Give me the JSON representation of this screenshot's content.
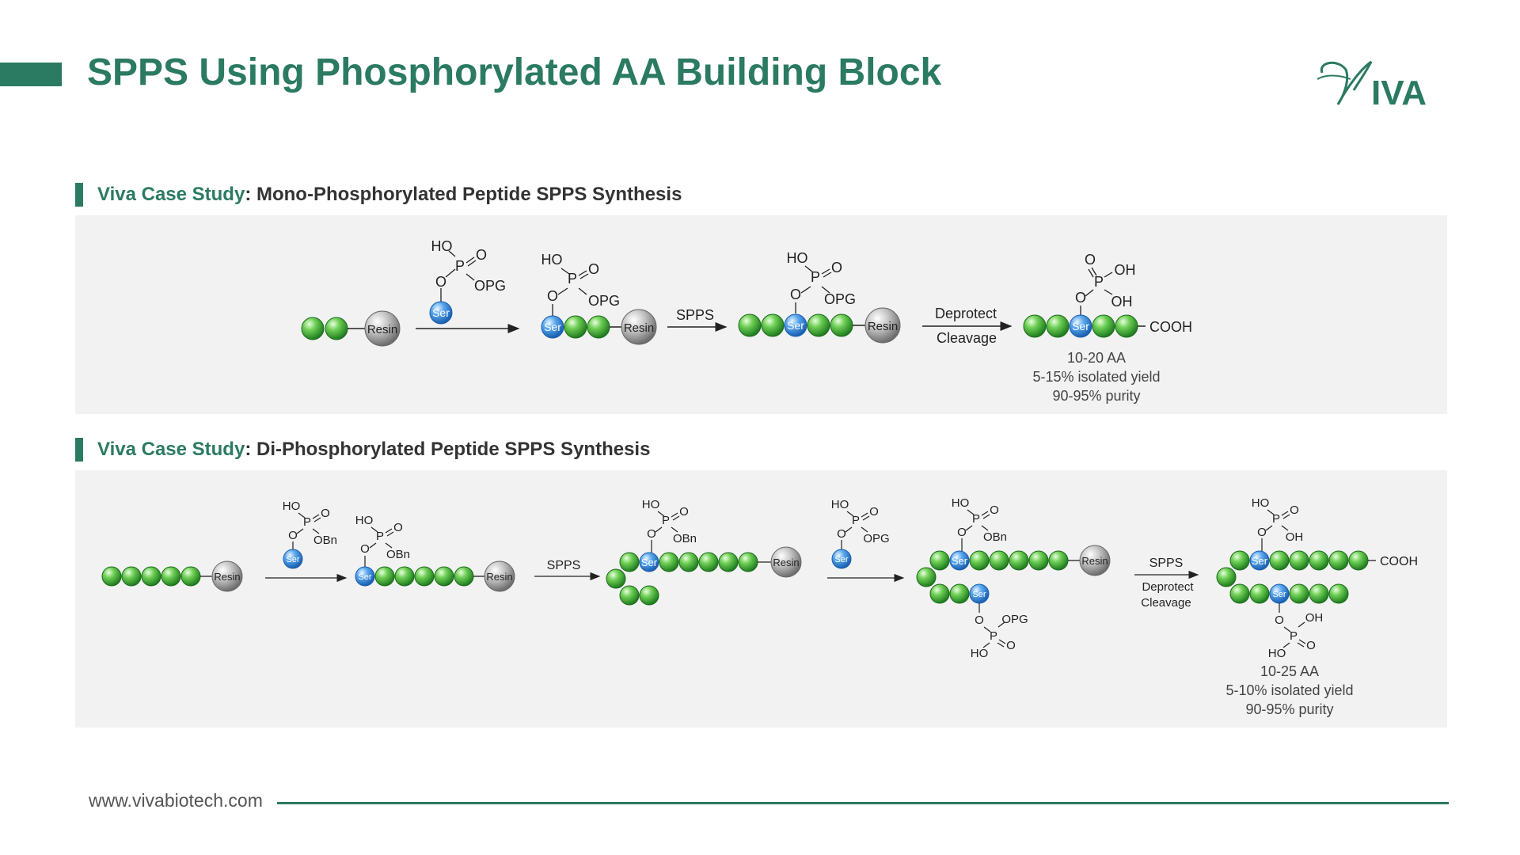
{
  "header": {
    "title": "SPPS Using Phosphorylated AA Building Block",
    "logo_text": "VIVA"
  },
  "colors": {
    "brand": "#2b7a62",
    "panel_bg": "#f2f2f2",
    "bead_green": "#3aa83a",
    "bead_blue": "#3b8fe0",
    "bead_grey": "#9a9a9a"
  },
  "section1": {
    "heading_highlight": "Viva Case Study",
    "heading_rest": ": Mono-Phosphorylated Peptide SPPS Synthesis",
    "labels": {
      "resin": "Resin",
      "ser": "Ser",
      "ho": "HO",
      "p": "P",
      "o": "O",
      "opg": "OPG",
      "oh": "OH",
      "cooh": "COOH"
    },
    "arrow2_label": "SPPS",
    "arrow3_label_top": "Deprotect",
    "arrow3_label_bottom": "Cleavage",
    "result_len": "10-20 AA",
    "result_yield": "5-15% isolated yield",
    "result_purity": "90-95% purity"
  },
  "section2": {
    "heading_highlight": "Viva Case Study",
    "heading_rest": ": Di-Phosphorylated Peptide SPPS Synthesis",
    "labels": {
      "resin": "Resin",
      "ser": "Ser",
      "ho": "HO",
      "p": "P",
      "o": "O",
      "obn": "OBn",
      "opg": "OPG",
      "oh": "OH",
      "cooh": "COOH"
    },
    "arrow2_label": "SPPS",
    "arrow4_label_top": "SPPS",
    "arrow4_label_mid": "Deprotect",
    "arrow4_label_bottom": "Cleavage",
    "result_len": "10-25 AA",
    "result_yield": "5-10% isolated yield",
    "result_purity": "90-95% purity"
  },
  "footer": {
    "url": "www.vivabiotech.com"
  }
}
